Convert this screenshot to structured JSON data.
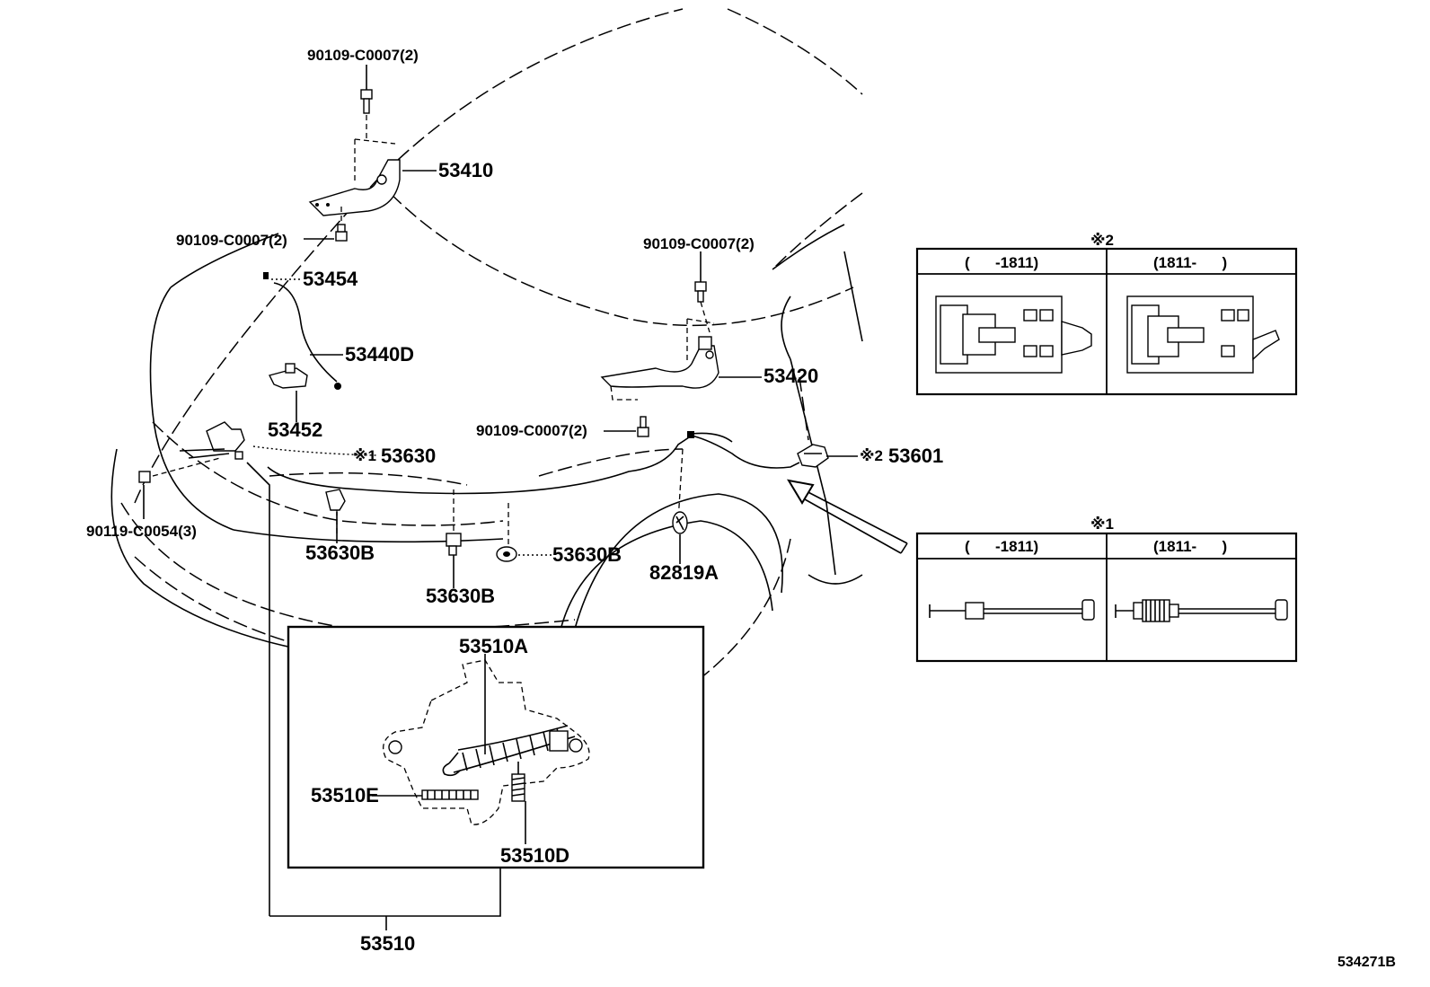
{
  "parts": {
    "bolt_top": "90109-C0007(2)",
    "hinge_lh": "53410",
    "bolt_left_hinge": "90109-C0007(2)",
    "bolt_right_top": "90109-C0007(2)",
    "cushion": "53454",
    "support_rod": "53440D",
    "rod_holder": "53452",
    "hinge_rh": "53420",
    "bolt_right_bottom": "90109-C0007(2)",
    "release_cable": "53630",
    "release_cable_mark": "※1",
    "release_lever": "53601",
    "release_lever_mark": "※2",
    "bolt_lock": "90119-C0054(3)",
    "clamp_a": "53630B",
    "clamp_b": "53630B",
    "clamp_c": "53630B",
    "grommet": "82819A",
    "lock_assembly": "53510",
    "lock_spring_a": "53510A",
    "lock_spring_e": "53510E",
    "lock_spring_d": "53510D",
    "figure_code": "534271B"
  },
  "inset_lever": {
    "mark": "※2",
    "col1": "(      -1811)",
    "col2": "(1811-      )"
  },
  "inset_cable": {
    "mark": "※1",
    "col1": "(      -1811)",
    "col2": "(1811-      )"
  }
}
